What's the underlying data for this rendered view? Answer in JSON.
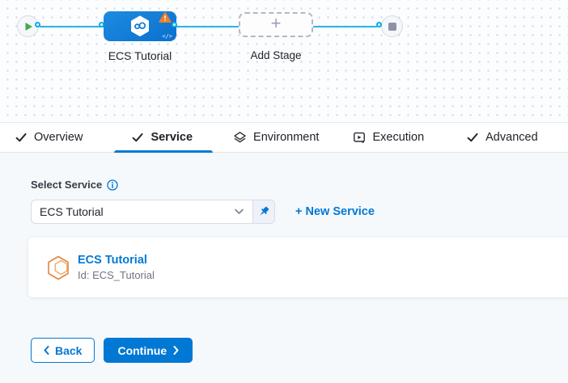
{
  "canvas": {
    "stage": {
      "label": "ECS Tutorial"
    },
    "add_stage_label": "Add Stage"
  },
  "tabs": [
    {
      "label": "Overview",
      "icon": "check-icon"
    },
    {
      "label": "Service",
      "icon": "check-icon",
      "active": true
    },
    {
      "label": "Environment",
      "icon": "environment-icon"
    },
    {
      "label": "Execution",
      "icon": "execution-icon"
    },
    {
      "label": "Advanced",
      "icon": "check-icon"
    }
  ],
  "service_form": {
    "label": "Select Service",
    "dropdown_value": "ECS Tutorial",
    "new_service_label": "+ New Service",
    "card": {
      "title": "ECS Tutorial",
      "id_text": "Id: ECS_Tutorial"
    }
  },
  "footer": {
    "back_label": "Back",
    "continue_label": "Continue"
  },
  "icons": {
    "plus": "+",
    "code": "</>",
    "play-icon": "green triangle",
    "stop-icon": "gray square",
    "warning-icon": "orange triangle",
    "pin-icon": "blue thumbtack",
    "info-icon": "circled i",
    "chevron-down-icon": "v",
    "harness-stage-icon": "white hexagon with infinity",
    "service-hexagon-icon": "orange double hexagon"
  },
  "colors": {
    "accent_blue": "#0278d5",
    "edge_cyan": "#00ade4",
    "stage_blue": "#0d74d1",
    "warning_orange": "#ee7d2d",
    "success_green": "#42ab47",
    "service_icon_orange": "#e0873b",
    "content_bg": "#f5f9fc"
  }
}
